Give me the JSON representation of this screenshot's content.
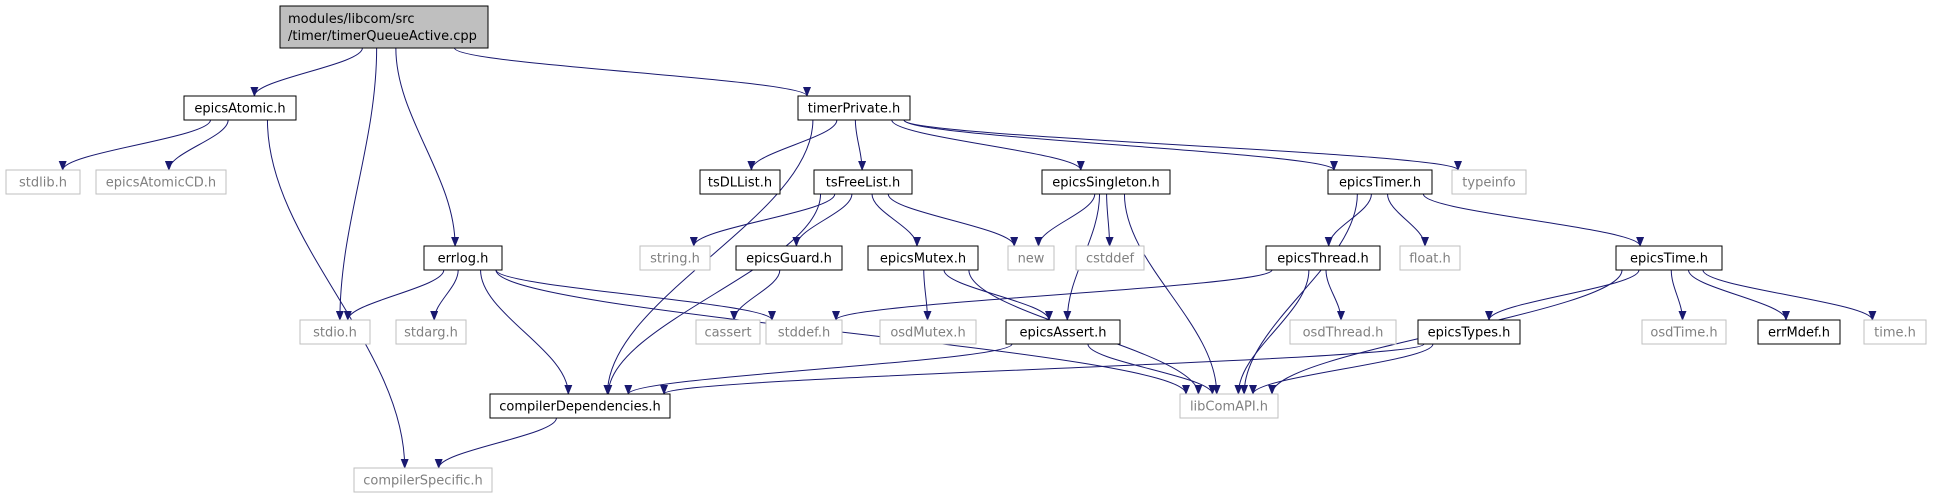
{
  "diagram": {
    "nodes": [
      {
        "id": "root",
        "lines": [
          "modules/libcom/src",
          "/timer/timerQueueActive.cpp"
        ],
        "style": "root"
      },
      {
        "id": "epicsAtomic",
        "lines": [
          "epicsAtomic.h"
        ],
        "style": "bold"
      },
      {
        "id": "timerPrivate",
        "lines": [
          "timerPrivate.h"
        ],
        "style": "bold"
      },
      {
        "id": "stdlib",
        "lines": [
          "stdlib.h"
        ],
        "style": "gray"
      },
      {
        "id": "epicsAtomicCD",
        "lines": [
          "epicsAtomicCD.h"
        ],
        "style": "gray"
      },
      {
        "id": "tsDLList",
        "lines": [
          "tsDLList.h"
        ],
        "style": "bold"
      },
      {
        "id": "tsFreeList",
        "lines": [
          "tsFreeList.h"
        ],
        "style": "bold"
      },
      {
        "id": "epicsSingleton",
        "lines": [
          "epicsSingleton.h"
        ],
        "style": "bold"
      },
      {
        "id": "epicsTimer",
        "lines": [
          "epicsTimer.h"
        ],
        "style": "bold"
      },
      {
        "id": "typeinfo",
        "lines": [
          "typeinfo"
        ],
        "style": "gray"
      },
      {
        "id": "errlog",
        "lines": [
          "errlog.h"
        ],
        "style": "bold"
      },
      {
        "id": "string",
        "lines": [
          "string.h"
        ],
        "style": "gray"
      },
      {
        "id": "epicsGuard",
        "lines": [
          "epicsGuard.h"
        ],
        "style": "bold"
      },
      {
        "id": "epicsMutex",
        "lines": [
          "epicsMutex.h"
        ],
        "style": "bold"
      },
      {
        "id": "new",
        "lines": [
          "new"
        ],
        "style": "gray"
      },
      {
        "id": "cstddef",
        "lines": [
          "cstddef"
        ],
        "style": "gray"
      },
      {
        "id": "epicsThread",
        "lines": [
          "epicsThread.h"
        ],
        "style": "bold"
      },
      {
        "id": "float",
        "lines": [
          "float.h"
        ],
        "style": "gray"
      },
      {
        "id": "epicsTime",
        "lines": [
          "epicsTime.h"
        ],
        "style": "bold"
      },
      {
        "id": "stdio",
        "lines": [
          "stdio.h"
        ],
        "style": "gray"
      },
      {
        "id": "stdarg",
        "lines": [
          "stdarg.h"
        ],
        "style": "gray"
      },
      {
        "id": "cassert",
        "lines": [
          "cassert"
        ],
        "style": "gray"
      },
      {
        "id": "stddef",
        "lines": [
          "stddef.h"
        ],
        "style": "gray"
      },
      {
        "id": "osdMutex",
        "lines": [
          "osdMutex.h"
        ],
        "style": "gray"
      },
      {
        "id": "epicsAssert",
        "lines": [
          "epicsAssert.h"
        ],
        "style": "bold"
      },
      {
        "id": "osdThread",
        "lines": [
          "osdThread.h"
        ],
        "style": "gray"
      },
      {
        "id": "epicsTypes",
        "lines": [
          "epicsTypes.h"
        ],
        "style": "bold"
      },
      {
        "id": "osdTime",
        "lines": [
          "osdTime.h"
        ],
        "style": "gray"
      },
      {
        "id": "errMdef",
        "lines": [
          "errMdef.h"
        ],
        "style": "bold"
      },
      {
        "id": "time",
        "lines": [
          "time.h"
        ],
        "style": "gray"
      },
      {
        "id": "compilerDependencies",
        "lines": [
          "compilerDependencies.h"
        ],
        "style": "bold"
      },
      {
        "id": "libComAPI",
        "lines": [
          "libComAPI.h"
        ],
        "style": "gray"
      },
      {
        "id": "compilerSpecific",
        "lines": [
          "compilerSpecific.h"
        ],
        "style": "gray"
      }
    ],
    "edges": [
      [
        "root",
        "epicsAtomic"
      ],
      [
        "root",
        "timerPrivate"
      ],
      [
        "root",
        "errlog"
      ],
      [
        "root",
        "stdio"
      ],
      [
        "epicsAtomic",
        "stdlib"
      ],
      [
        "epicsAtomic",
        "epicsAtomicCD"
      ],
      [
        "epicsAtomic",
        "compilerSpecific"
      ],
      [
        "timerPrivate",
        "tsDLList"
      ],
      [
        "timerPrivate",
        "tsFreeList"
      ],
      [
        "timerPrivate",
        "epicsSingleton"
      ],
      [
        "timerPrivate",
        "epicsTimer"
      ],
      [
        "timerPrivate",
        "typeinfo"
      ],
      [
        "timerPrivate",
        "compilerDependencies"
      ],
      [
        "tsFreeList",
        "string"
      ],
      [
        "tsFreeList",
        "epicsGuard"
      ],
      [
        "tsFreeList",
        "epicsMutex"
      ],
      [
        "tsFreeList",
        "new"
      ],
      [
        "tsFreeList",
        "compilerDependencies"
      ],
      [
        "epicsSingleton",
        "new"
      ],
      [
        "epicsSingleton",
        "cstddef"
      ],
      [
        "epicsSingleton",
        "epicsAssert"
      ],
      [
        "epicsSingleton",
        "libComAPI"
      ],
      [
        "epicsTimer",
        "epicsThread"
      ],
      [
        "epicsTimer",
        "float"
      ],
      [
        "epicsTimer",
        "epicsTime"
      ],
      [
        "epicsTimer",
        "libComAPI"
      ],
      [
        "errlog",
        "stdio"
      ],
      [
        "errlog",
        "stdarg"
      ],
      [
        "errlog",
        "stddef"
      ],
      [
        "errlog",
        "compilerDependencies"
      ],
      [
        "errlog",
        "libComAPI"
      ],
      [
        "epicsGuard",
        "cassert"
      ],
      [
        "epicsMutex",
        "osdMutex"
      ],
      [
        "epicsMutex",
        "epicsAssert"
      ],
      [
        "epicsMutex",
        "libComAPI"
      ],
      [
        "epicsThread",
        "stddef"
      ],
      [
        "epicsThread",
        "osdThread"
      ],
      [
        "epicsThread",
        "libComAPI"
      ],
      [
        "epicsTime",
        "epicsTypes"
      ],
      [
        "epicsTime",
        "osdTime"
      ],
      [
        "epicsTime",
        "errMdef"
      ],
      [
        "epicsTime",
        "time"
      ],
      [
        "epicsTime",
        "libComAPI"
      ],
      [
        "epicsAssert",
        "compilerDependencies"
      ],
      [
        "epicsAssert",
        "libComAPI"
      ],
      [
        "epicsTypes",
        "compilerDependencies"
      ],
      [
        "epicsTypes",
        "libComAPI"
      ],
      [
        "compilerDependencies",
        "compilerSpecific"
      ]
    ],
    "colors": {
      "edge": "#191970",
      "bold_border": "#000000",
      "gray_border": "#bfbfbf",
      "root_fill": "#bfbfbf",
      "node_fill": "#ffffff",
      "gray_text": "#808080",
      "text": "#000000"
    }
  }
}
